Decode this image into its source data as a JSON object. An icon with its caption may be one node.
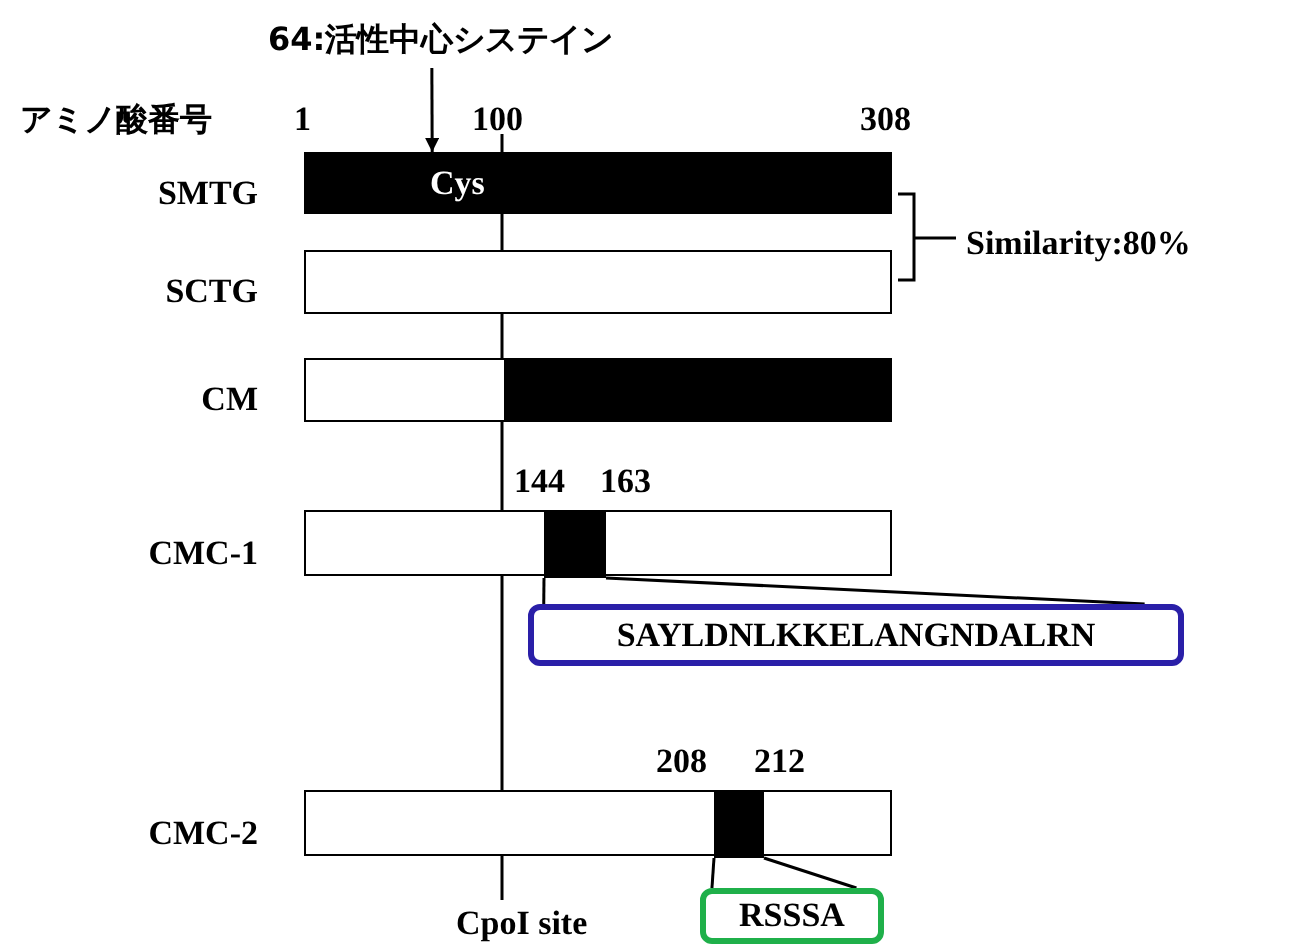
{
  "diagram": {
    "nodes": [
      {
        "text": [
          "Cys"
        ],
        "beside": [
          "SMTG"
        ]
      },
      {
        "text": [],
        "shape": "bar",
        "beside": [
          "SCTG"
        ]
      },
      {
        "text": [],
        "shape": "bar",
        "beside": [
          "CM"
        ]
      },
      {
        "text": [],
        "shape": "bar",
        "beside": [
          "CMC-1"
        ]
      },
      {
        "text": [],
        "shape": "bar",
        "in": 3
      },
      {
        "text": [
          "SAYLDNLKKELANGNDALRN"
        ]
      },
      {
        "text": [],
        "shape": "bar",
        "beside": [
          "CMC-2"
        ]
      },
      {
        "text": [],
        "shape": "bar",
        "in": 6
      },
      {
        "text": [
          "RSSSA"
        ]
      },
      {
        "text": [
          "64:活性中心システイン"
        ]
      }
    ],
    "edges": [
      {
        "from": 9,
        "to": 0,
        "arrow": "to"
      },
      {
        "from": 4,
        "to": 5,
        "arrow": "none"
      },
      {
        "from": 4,
        "to": 5,
        "arrow": "none"
      },
      {
        "from": 7,
        "to": 8,
        "arrow": "none"
      },
      {
        "from": 7,
        "to": 8,
        "arrow": "none"
      }
    ],
    "labels": [
      "アミノ酸番号",
      "1",
      "100",
      "308",
      "Similarity:80%",
      "144",
      "163",
      "208",
      "212",
      "CpoI site"
    ]
  }
}
